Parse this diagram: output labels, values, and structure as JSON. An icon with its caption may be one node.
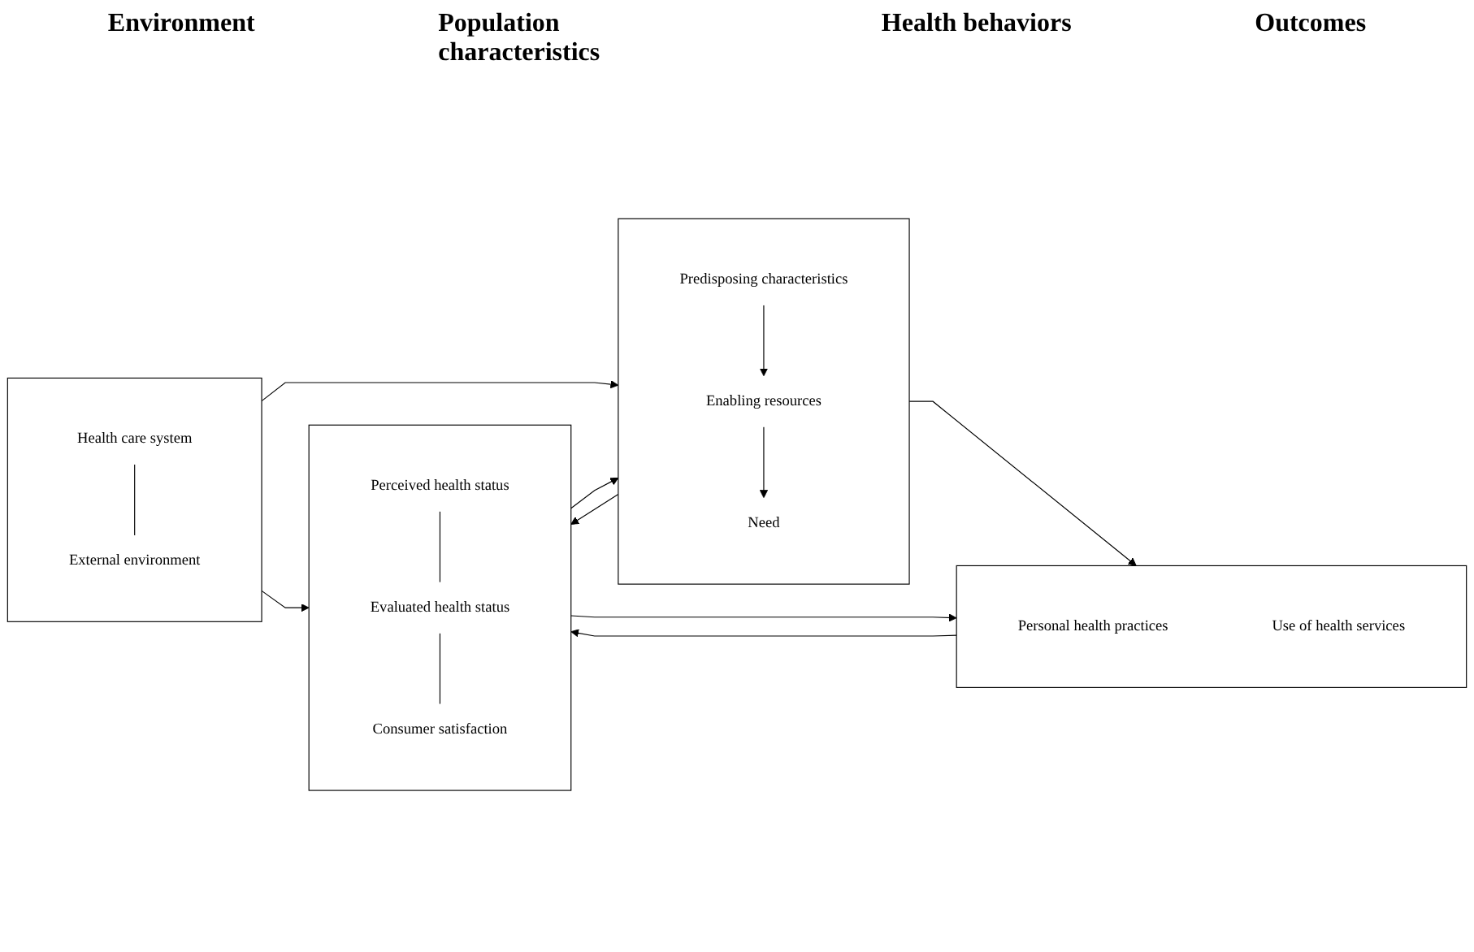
{
  "diagram": {
    "nodes": [
      {
        "text": [],
        "shape": "box"
      },
      {
        "text": [
          "Health care system"
        ],
        "in": 0
      },
      {
        "text": [
          "External environment"
        ],
        "in": 0
      },
      {
        "text": [],
        "shape": "box"
      },
      {
        "text": [
          "Predisposing characteristics"
        ],
        "in": 3
      },
      {
        "text": [
          "Enabling resources"
        ],
        "in": 3
      },
      {
        "text": [
          "Need"
        ],
        "in": 3
      },
      {
        "text": [],
        "shape": "box"
      },
      {
        "text": [
          "Personal health practices"
        ],
        "in": 7
      },
      {
        "text": [
          "Use of health services"
        ],
        "in": 7
      },
      {
        "text": [],
        "shape": "box"
      },
      {
        "text": [
          "Perceived health status"
        ],
        "in": 10
      },
      {
        "text": [
          "Evaluated health status"
        ],
        "in": 10
      },
      {
        "text": [
          "Consumer satisfaction"
        ],
        "in": 10
      }
    ],
    "edges": [
      {
        "from": 1,
        "to": 2,
        "arrow": "none"
      },
      {
        "from": 0,
        "to": 3,
        "arrow": "to"
      },
      {
        "from": 4,
        "to": 5,
        "arrow": "to"
      },
      {
        "from": 5,
        "to": 6,
        "arrow": "to"
      },
      {
        "from": 3,
        "to": 7,
        "arrow": "to"
      },
      {
        "from": 7,
        "to": 10,
        "arrow": "to"
      },
      {
        "from": 11,
        "to": 12,
        "arrow": "none"
      },
      {
        "from": 12,
        "to": 13,
        "arrow": "none"
      },
      {
        "from": 10,
        "to": 3,
        "arrow": "to"
      },
      {
        "from": 10,
        "to": 7,
        "arrow": "to"
      },
      {
        "from": 3,
        "to": 10,
        "arrow": "to"
      },
      {
        "from": 0,
        "to": 10,
        "arrow": "to"
      }
    ],
    "labels": [
      "Environment",
      "Population characteristics",
      "Health behaviors",
      "Outcomes"
    ]
  }
}
